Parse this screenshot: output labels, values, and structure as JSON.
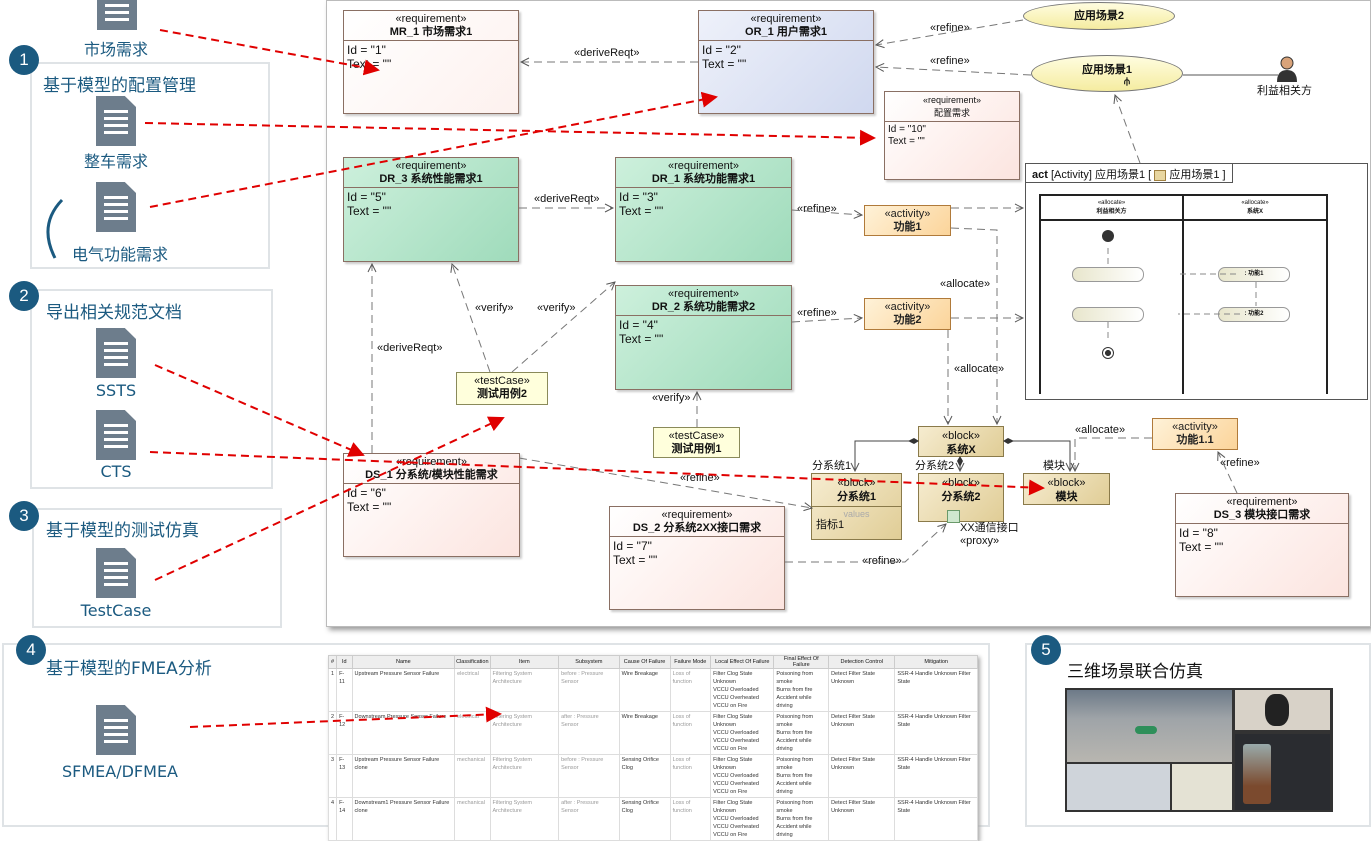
{
  "sections": [
    {
      "num": "1",
      "title": "基于模型的配置管理",
      "docs": [
        "市场需求",
        "整车需求",
        "电气功能需求"
      ]
    },
    {
      "num": "2",
      "title": "导出相关规范文档",
      "docs": [
        "SSTS",
        "CTS"
      ]
    },
    {
      "num": "3",
      "title": "基于模型的测试仿真",
      "docs": [
        "TestCase"
      ]
    },
    {
      "num": "4",
      "title": "基于模型的FMEA分析",
      "docs": [
        "SFMEA/DFMEA"
      ]
    },
    {
      "num": "5",
      "title": "三维场景联合仿真"
    }
  ],
  "diagram": {
    "req_stereo": "«requirement»",
    "requirements": {
      "mr1": {
        "name": "MR_1 市场需求1",
        "id": "Id = \"1\"",
        "text": "Text = \"\""
      },
      "or1": {
        "name": "OR_1 用户需求1",
        "id": "Id = \"2\"",
        "text": "Text = \"\""
      },
      "cfg": {
        "name": "配置需求",
        "id": "Id = \"10\"",
        "text": "Text = \"\""
      },
      "dr3": {
        "name": "DR_3 系统性能需求1",
        "id": "Id = \"5\"",
        "text": "Text = \"\""
      },
      "dr1": {
        "name": "DR_1 系统功能需求1",
        "id": "Id = \"3\"",
        "text": "Text = \"\""
      },
      "dr2": {
        "name": "DR_2 系统功能需求2",
        "id": "Id = \"4\"",
        "text": "Text = \"\""
      },
      "ds1": {
        "name": "DS_1 分系统/模块性能需求",
        "id": "Id = \"6\"",
        "text": "Text = \"\""
      },
      "ds2": {
        "name": "DS_2 分系统2XX接口需求",
        "id": "Id = \"7\"",
        "text": "Text = \"\""
      },
      "ds3": {
        "name": "DS_3 模块接口需求",
        "id": "Id = \"8\"",
        "text": "Text = \"\""
      }
    },
    "testcase_stereo": "«testCase»",
    "testcases": {
      "tc2": "测试用例2",
      "tc1": "测试用例1"
    },
    "activity_stereo": "«activity»",
    "activities": {
      "f1": "功能1",
      "f2": "功能2",
      "f11": "功能1.1"
    },
    "block_stereo": "«block»",
    "blocks": {
      "sysx": "系统X",
      "sub1": "分系统1",
      "sub2": "分系统2",
      "mod": "模块",
      "values": "values",
      "metric": "指标1"
    },
    "usecases": {
      "uc2": "应用场景2",
      "uc1": "应用场景1"
    },
    "actor": "利益相关方",
    "labels": {
      "deriveReqt": "«deriveReqt»",
      "refine": "«refine»",
      "verify": "«verify»",
      "allocate": "«allocate»",
      "role_sub1": "分系统1",
      "role_sub2": "分系统2",
      "role_mod": "模块",
      "port": "XX通信接口",
      "proxy": "«proxy»"
    },
    "activity_frame": {
      "kw": "act",
      "title": "[Activity] 应用场景1 [",
      "ref": "应用场景1 ]",
      "lane_stereo": "«allocate»",
      "lane1": "利益相关方",
      "lane2": "系统X",
      "node1": ": 功能1",
      "node2": ": 功能2"
    }
  },
  "fmea": {
    "columns": [
      "#",
      "Id",
      "Name",
      "Classification",
      "Item",
      "Subsystem",
      "Cause Of Failure",
      "Failure Mode",
      "Local Effect Of Failure",
      "Final Effect Of Failure",
      "Detection Control",
      "Mitigation"
    ],
    "rows": [
      [
        "1",
        "F-11",
        "Upstream Pressure Sensor Failure",
        "electrical",
        "Filtering System Architecture",
        "before : Pressure Sensor",
        "Wire Breakage",
        "Loss of function",
        "Filter Clog State Unknown|VCCU Overloaded|VCCU Overheated|VCCU on Fire",
        "Poisoning from smoke|Burns from fire|Accident while driving",
        "Detect Filter State Unknown",
        "SSR-4 Handle Unknown Filter State"
      ],
      [
        "2",
        "F-12",
        "Downstream Pressure Sensor Failure",
        "electrical",
        "Filtering System Architecture",
        "after : Pressure Sensor",
        "Wire Breakage",
        "Loss of function",
        "Filter Clog State Unknown|VCCU Overloaded|VCCU Overheated|VCCU on Fire",
        "Poisoning from smoke|Burns from fire|Accident while driving",
        "Detect Filter State Unknown",
        "SSR-4 Handle Unknown Filter State"
      ],
      [
        "3",
        "F-13",
        "Upstream Pressure Sensor Failure clone",
        "mechanical",
        "Filtering System Architecture",
        "before : Pressure Sensor",
        "Sensing Orifice Clog",
        "Loss of function",
        "Filter Clog State Unknown|VCCU Overloaded|VCCU Overheated|VCCU on Fire",
        "Poisoning from smoke|Burns from fire|Accident while driving",
        "Detect Filter State Unknown",
        "SSR-4 Handle Unknown Filter State"
      ],
      [
        "4",
        "F-14",
        "Downstream1 Pressure Sensor Failure clone",
        "mechanical",
        "Filtering System Architecture",
        "after : Pressure Sensor",
        "Sensing Orifice Clog",
        "Loss of function",
        "Filter Clog State Unknown|VCCU Overloaded|VCCU Overheated|VCCU on Fire",
        "Poisoning from smoke|Burns from fire|Accident while driving",
        "Detect Filter State Unknown",
        "SSR-4 Handle Unknown Filter State"
      ]
    ]
  },
  "colors": {
    "accent": "#1b5a80",
    "trace": "#e00000",
    "requirement": "#fce4df",
    "design": "#9fdbbb",
    "user": "#d0d8ef"
  }
}
